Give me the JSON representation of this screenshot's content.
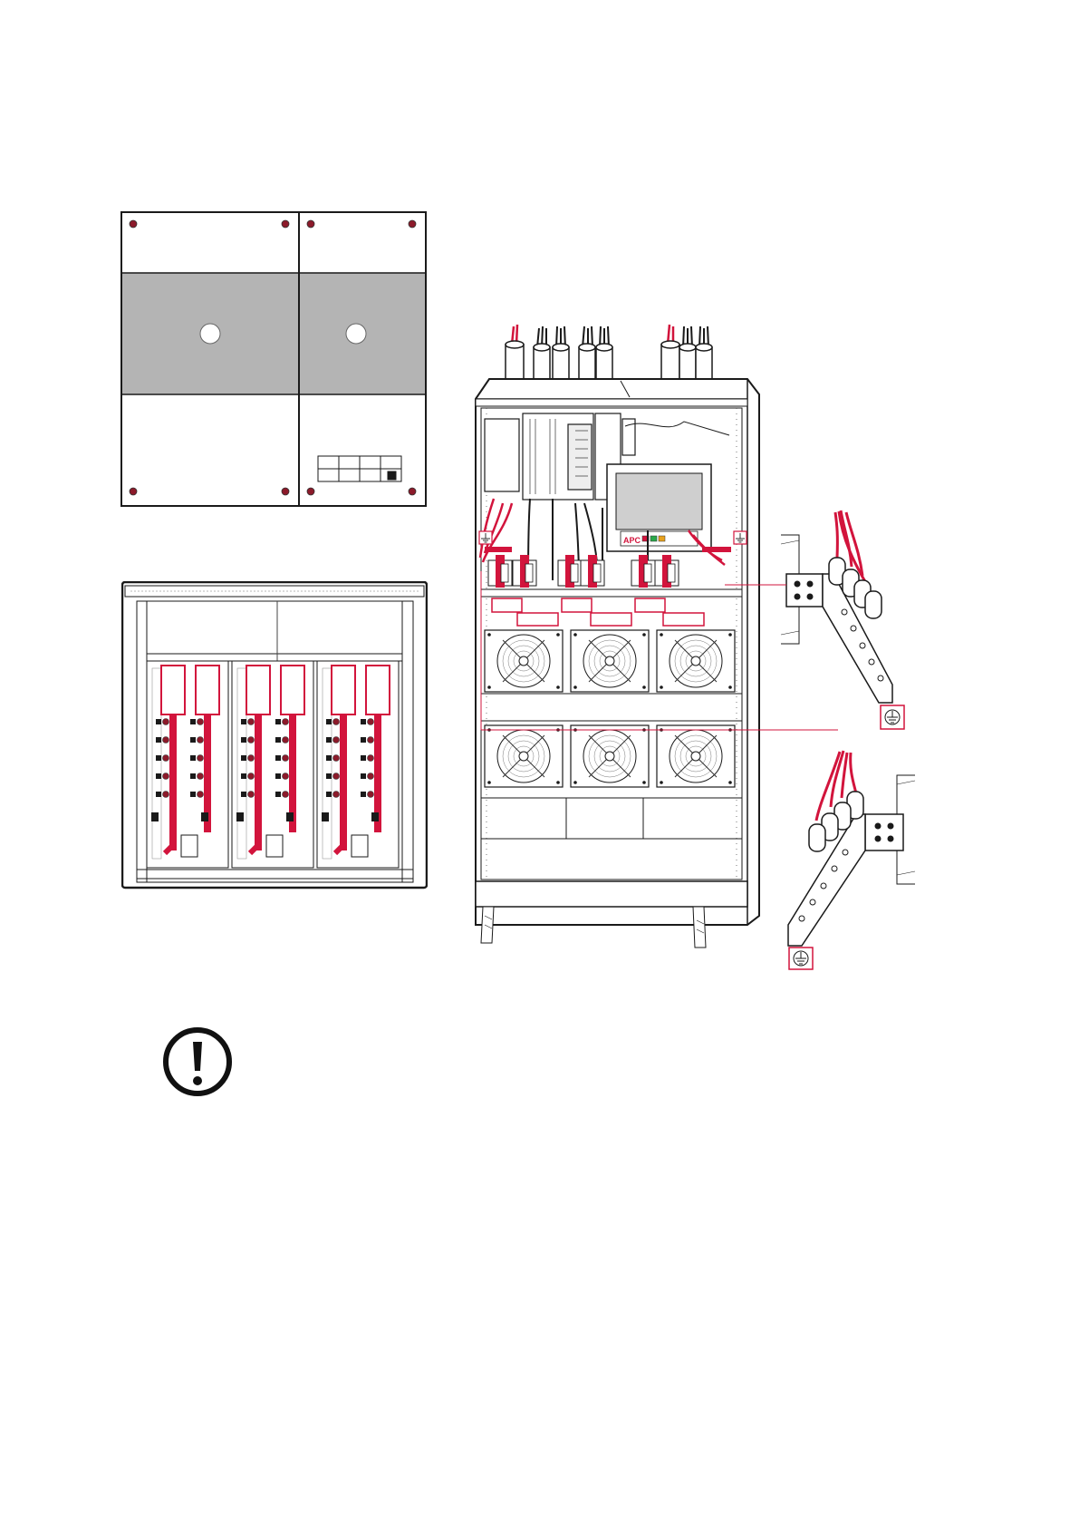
{
  "colors": {
    "accent_red": "#d2143c",
    "line": "#1a1a1a",
    "panel_grey": "#b4b4b4",
    "dot_red": "#8c1a2a",
    "display_grey": "#cfcfcf"
  },
  "figure": {
    "cabinet_logo": "APC",
    "top_view_grid_rows": 2,
    "top_view_grid_cols": 4,
    "fan_count_upper": 3,
    "fan_count_lower": 3,
    "module_count": 3,
    "busbar_pairs": 6
  },
  "icons": {
    "note": "exclamation-note-icon",
    "ground": "protective-earth-ground-icon"
  }
}
